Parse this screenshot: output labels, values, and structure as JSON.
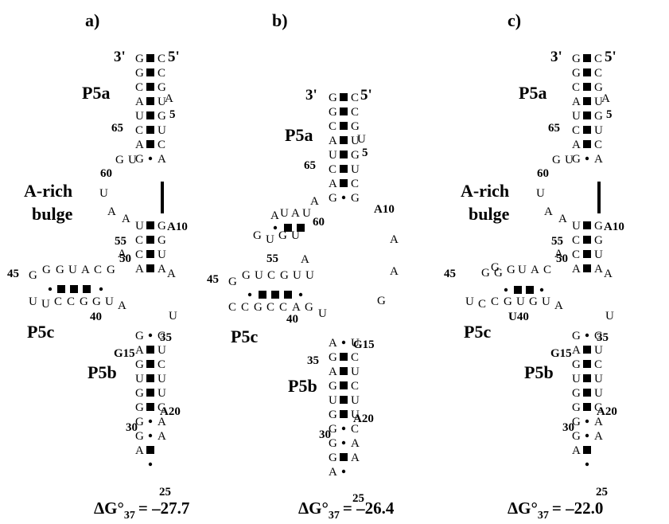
{
  "panels": [
    {
      "id": "a",
      "label": "a)",
      "dg_prefix": "ΔG°",
      "dg_sub": "37",
      "dg_value": "= –27.7",
      "annotations": [
        "P5a",
        "A-rich",
        "bulge",
        "P5c",
        "P5b"
      ],
      "ends": [
        "3'",
        "5'"
      ],
      "numbers": [
        "65",
        "5",
        "60",
        "A10",
        "55",
        "50",
        "45",
        "40",
        "35",
        "G15",
        "A20",
        "30",
        "25"
      ]
    },
    {
      "id": "b",
      "label": "b)",
      "dg_prefix": "ΔG°",
      "dg_sub": "37",
      "dg_value": "= –26.4",
      "annotations": [
        "P5a",
        "P5c",
        "P5b"
      ],
      "ends": [
        "3'",
        "5'"
      ],
      "numbers": [
        "65",
        "5",
        "60",
        "A10",
        "55",
        "45",
        "40",
        "35",
        "G15",
        "A20",
        "30",
        "25"
      ]
    },
    {
      "id": "c",
      "label": "c)",
      "dg_prefix": "ΔG°",
      "dg_sub": "37",
      "dg_value": "= –22.0",
      "annotations": [
        "P5a",
        "A-rich",
        "bulge",
        "P5c",
        "P5b"
      ],
      "ends": [
        "3'",
        "5'"
      ],
      "numbers": [
        "65",
        "5",
        "60",
        "A10",
        "55",
        "50",
        "45",
        "U40",
        "35",
        "G15",
        "A20",
        "30",
        "25"
      ]
    }
  ],
  "nucleotides": {
    "a": [
      "G",
      "C",
      "G",
      "C",
      "C",
      "G",
      "A",
      "U",
      "U",
      "G",
      "C",
      "U",
      "A",
      "C",
      "G",
      "A",
      "A",
      "G",
      "U",
      "U",
      "A",
      "A",
      "U",
      "G",
      "C",
      "G",
      "C",
      "U",
      "A",
      "A",
      "A",
      "A",
      "G",
      "G",
      "G",
      "U",
      "A",
      "C",
      "G",
      "U",
      "U",
      "C",
      "C",
      "G",
      "G",
      "U",
      "A",
      "U",
      "G",
      "C",
      "A",
      "U",
      "G",
      "C",
      "U",
      "U",
      "G",
      "U",
      "G",
      "C",
      "G",
      "A",
      "G",
      "A",
      "A"
    ],
    "b": [
      "G",
      "C",
      "G",
      "C",
      "C",
      "G",
      "A",
      "U",
      "U",
      "G",
      "C",
      "U",
      "A",
      "C",
      "G",
      "G",
      "U",
      "A",
      "A",
      "U",
      "A",
      "U",
      "G",
      "U",
      "G",
      "U",
      "A",
      "A",
      "A",
      "G",
      "G",
      "G",
      "U",
      "C",
      "G",
      "U",
      "U",
      "C",
      "C",
      "G",
      "C",
      "C",
      "A",
      "G",
      "U",
      "A",
      "U",
      "G",
      "C",
      "A",
      "U",
      "G",
      "C",
      "U",
      "U",
      "G",
      "U",
      "G",
      "C",
      "G",
      "A",
      "G",
      "A",
      "A"
    ],
    "c": [
      "G",
      "C",
      "G",
      "C",
      "C",
      "G",
      "A",
      "U",
      "U",
      "G",
      "C",
      "U",
      "A",
      "C",
      "G",
      "A",
      "A",
      "G",
      "U",
      "U",
      "A",
      "A",
      "U",
      "G",
      "C",
      "G",
      "C",
      "U",
      "A",
      "A",
      "A",
      "A",
      "G",
      "G",
      "G",
      "U",
      "A",
      "C",
      "G",
      "U",
      "C",
      "C",
      "G",
      "U",
      "G",
      "U",
      "A",
      "U",
      "G",
      "C",
      "A",
      "U",
      "G",
      "C",
      "U",
      "U",
      "G",
      "U",
      "G",
      "C",
      "G",
      "A",
      "G",
      "A",
      "A"
    ]
  }
}
